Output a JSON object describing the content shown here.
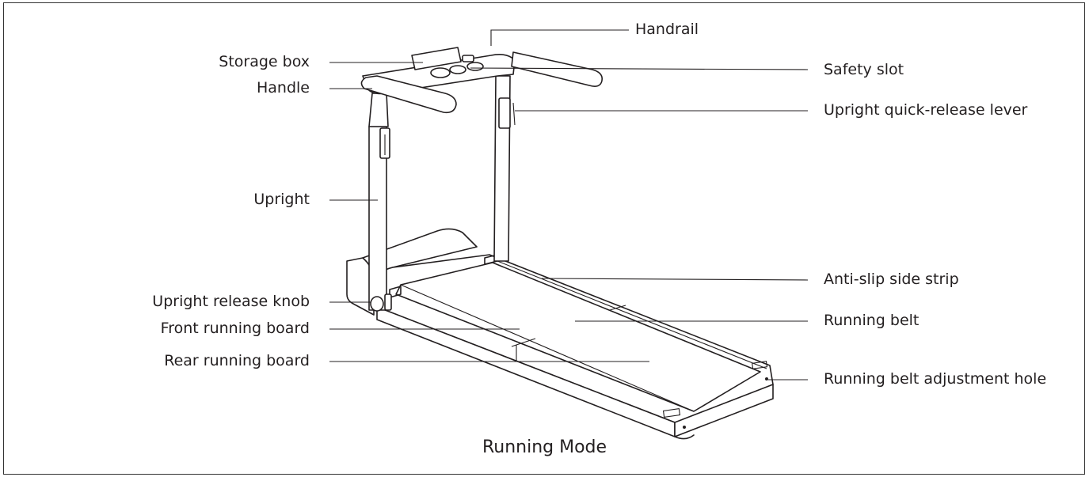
{
  "labels": {
    "handrail": "Handrail",
    "storage_box": "Storage box",
    "handle": "Handle",
    "safety_slot": "Safety slot",
    "upright_quick_release_lever": "Upright quick-release lever",
    "upright": "Upright",
    "anti_slip_side_strip": "Anti-slip side strip",
    "upright_release_knob": "Upright release knob",
    "front_running_board": "Front running board",
    "running_belt": "Running belt",
    "rear_running_board": "Rear running board",
    "running_belt_adjustment_hole": "Running belt adjustment hole"
  },
  "caption": "Running Mode"
}
